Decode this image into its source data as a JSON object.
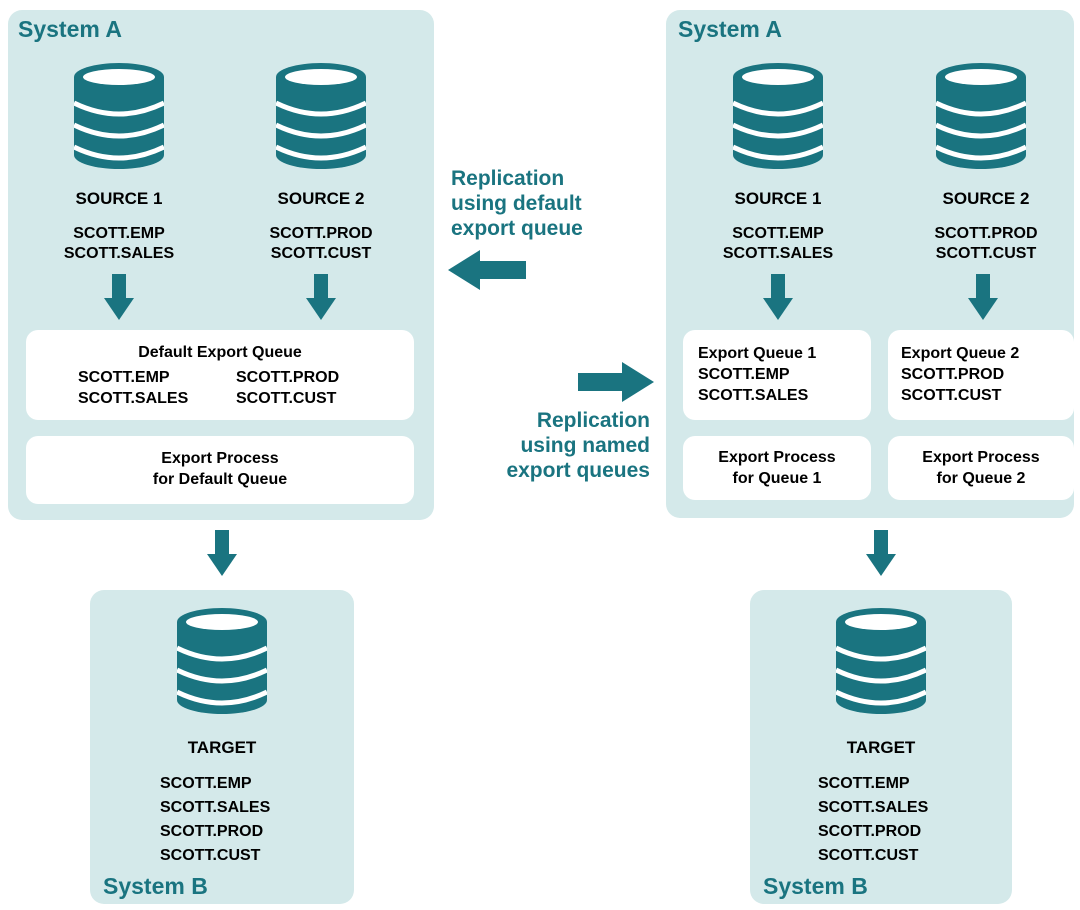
{
  "colors": {
    "panel": "#d4e9ea",
    "accent": "#1a7480",
    "box": "#ffffff"
  },
  "left": {
    "system_a": "System A",
    "source1": {
      "label": "SOURCE 1",
      "tables": [
        "SCOTT.EMP",
        "SCOTT.SALES"
      ]
    },
    "source2": {
      "label": "SOURCE 2",
      "tables": [
        "SCOTT.PROD",
        "SCOTT.CUST"
      ]
    },
    "queue": {
      "title": "Default Export Queue",
      "col1": [
        "SCOTT.EMP",
        "SCOTT.SALES"
      ],
      "col2": [
        "SCOTT.PROD",
        "SCOTT.CUST"
      ]
    },
    "process": [
      "Export Process",
      "for Default Queue"
    ],
    "target": {
      "label": "TARGET",
      "tables": [
        "SCOTT.EMP",
        "SCOTT.SALES",
        "SCOTT.PROD",
        "SCOTT.CUST"
      ]
    },
    "system_b": "System B"
  },
  "right": {
    "system_a": "System A",
    "source1": {
      "label": "SOURCE 1",
      "tables": [
        "SCOTT.EMP",
        "SCOTT.SALES"
      ]
    },
    "source2": {
      "label": "SOURCE 2",
      "tables": [
        "SCOTT.PROD",
        "SCOTT.CUST"
      ]
    },
    "queue1": {
      "title": "Export Queue 1",
      "tables": [
        "SCOTT.EMP",
        "SCOTT.SALES"
      ]
    },
    "queue2": {
      "title": "Export Queue 2",
      "tables": [
        "SCOTT.PROD",
        "SCOTT.CUST"
      ]
    },
    "process1": [
      "Export Process",
      "for Queue 1"
    ],
    "process2": [
      "Export Process",
      "for Queue 2"
    ],
    "target": {
      "label": "TARGET",
      "tables": [
        "SCOTT.EMP",
        "SCOTT.SALES",
        "SCOTT.PROD",
        "SCOTT.CUST"
      ]
    },
    "system_b": "System B"
  },
  "captions": {
    "default": [
      "Replication",
      "using default",
      "export queue"
    ],
    "named": [
      "Replication",
      "using named",
      "export queues"
    ]
  },
  "icons": [
    "database-icon",
    "arrow-down-icon",
    "arrow-left-icon",
    "arrow-right-icon"
  ]
}
